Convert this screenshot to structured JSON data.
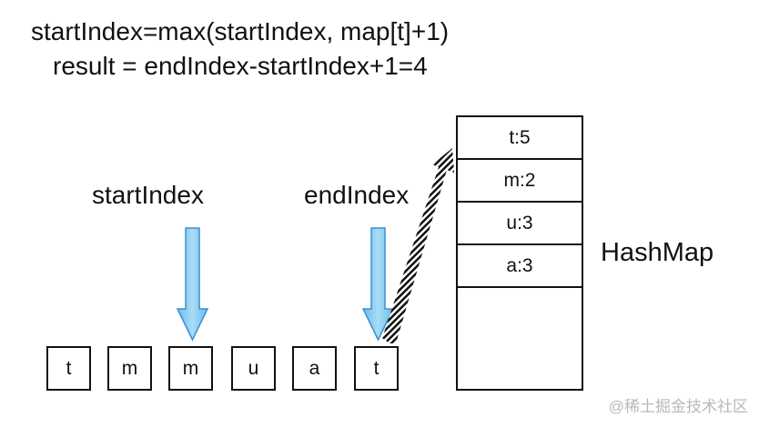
{
  "formula_line1": "startIndex=max(startIndex, map[t]+1)",
  "formula_line2": "result = endIndex-startIndex+1=4",
  "start_label": "startIndex",
  "end_label": "endIndex",
  "hashmap_label": "HashMap",
  "cells": [
    "t",
    "m",
    "m",
    "u",
    "a",
    "t"
  ],
  "hashmap_entries": [
    "t:5",
    "m:2",
    "u:3",
    "a:3"
  ],
  "watermark": "@稀土掘金技术社区",
  "colors": {
    "pointer_arrow_fill": "#8fcdf0",
    "pointer_arrow_stroke": "#3a8fd0",
    "text": "#111111"
  }
}
